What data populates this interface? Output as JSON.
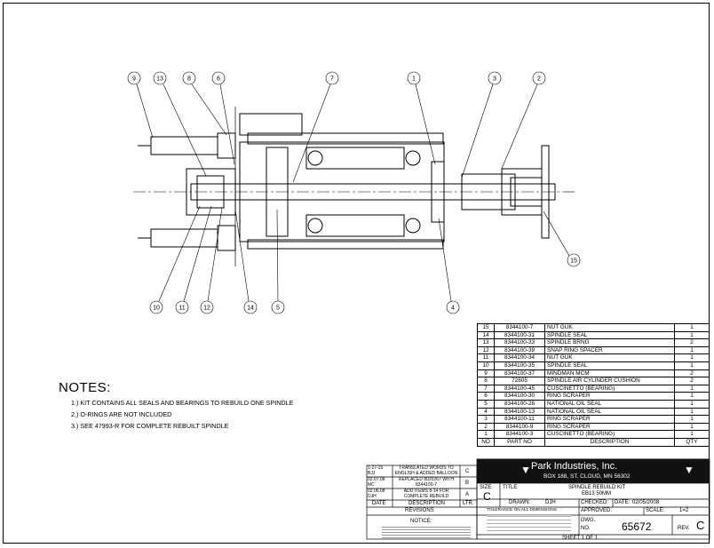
{
  "notes": {
    "heading": "NOTES:",
    "lines": [
      "1.) KIT CONTAINS ALL SEALS AND BEARINGS TO REBUILD ONE SPINDLE",
      "2.) O-RINGS ARE NOT INCLUDED",
      "3.) SEE 47993-R FOR COMPLETE REBUILT SPINDLE"
    ]
  },
  "balloons": [
    "9",
    "13",
    "8",
    "6",
    "7",
    "1",
    "3",
    "2",
    "15",
    "10",
    "11",
    "12",
    "14",
    "5",
    "4"
  ],
  "bom": {
    "header": {
      "no": "NO",
      "part": "PART NO",
      "desc": "DESCRIPTION",
      "qty": "QTY"
    },
    "rows": [
      {
        "no": "15",
        "part": "8344100-7",
        "desc": "NUT GUK",
        "qty": "1"
      },
      {
        "no": "14",
        "part": "8344100-31",
        "desc": "SPINDLE SEAL",
        "qty": "1"
      },
      {
        "no": "13",
        "part": "8344100-33",
        "desc": "SPINDLE BRNG",
        "qty": "2"
      },
      {
        "no": "12",
        "part": "8344100-39",
        "desc": "SNAP RING SPACER",
        "qty": "1"
      },
      {
        "no": "11",
        "part": "8344100-34",
        "desc": "NUT GUK",
        "qty": "1"
      },
      {
        "no": "10",
        "part": "8344100-35",
        "desc": "SPINDLE SEAL",
        "qty": "1"
      },
      {
        "no": "9",
        "part": "8344100-37",
        "desc": "MINDMAN MCM",
        "qty": "2"
      },
      {
        "no": "8",
        "part": "72805",
        "desc": "SPINDLE AIR CYLINDER CUSHION",
        "qty": "2"
      },
      {
        "no": "7",
        "part": "8344100-45",
        "desc": "CUSCINETTO (BEARING)",
        "qty": "1"
      },
      {
        "no": "6",
        "part": "8344100-30",
        "desc": "RING SCRAPER",
        "qty": "1"
      },
      {
        "no": "5",
        "part": "8344100-28",
        "desc": "NATIONAL OIL SEAL",
        "qty": "1"
      },
      {
        "no": "4",
        "part": "8344100-13",
        "desc": "NATIONAL OIL SEAL",
        "qty": "1"
      },
      {
        "no": "3",
        "part": "8344100-11",
        "desc": "RING SCRAPER",
        "qty": "1"
      },
      {
        "no": "2",
        "part": "8344100-9",
        "desc": "RING SCRAPER",
        "qty": "1"
      },
      {
        "no": "1",
        "part": "8344100-3",
        "desc": "CUSCINETTO (BEARING)",
        "qty": "1"
      }
    ]
  },
  "revisions": {
    "rows": [
      {
        "date": "1-27-15",
        "by": "BJJ",
        "desc": "TRANSLATED WORDS TO ENGLISH & ADDED BALLOON",
        "ltr": "C"
      },
      {
        "date": "02.07.08",
        "by": "MC",
        "desc": "REPLACED 8020267 WITH 8344100-7",
        "ltr": "B"
      },
      {
        "date": "02.06.08",
        "by": "DJH",
        "desc": "ADD ITEMS 8-14 FOR COMPLETE REBUILD",
        "ltr": "A"
      }
    ],
    "col_date": "DATE",
    "col_desc": "DESCRIPTION",
    "col_ltr": "LTR.",
    "title": "REVISIONS",
    "notice_title": "NOTICE:"
  },
  "titleblock": {
    "company": "Park Industries, Inc.",
    "address": "BOX 188, ST. CLOUD, MN 56302",
    "size_label": "SIZE",
    "size": "C",
    "title_label": "TITLE",
    "title_line1": "SPINDLE REBUILD KIT",
    "title_line2": "EB13 50MM",
    "drawn_label": "DRAWN:",
    "drawn": "DJH",
    "checked_label": "CHECKED:",
    "date_label": "DATE:",
    "date": "02/05/2008",
    "approved_label": "APPROVED:",
    "scale_label": "SCALE:",
    "scale": "1=2",
    "tolerance": "TOLERANCE ON ALL DIMENSIONS",
    "dwg_label": "DWG.",
    "no_label": "NO.",
    "dwg_no": "65672",
    "rev_label": "REV.",
    "rev": "C",
    "sheet": "SHEET 1 OF 1"
  }
}
